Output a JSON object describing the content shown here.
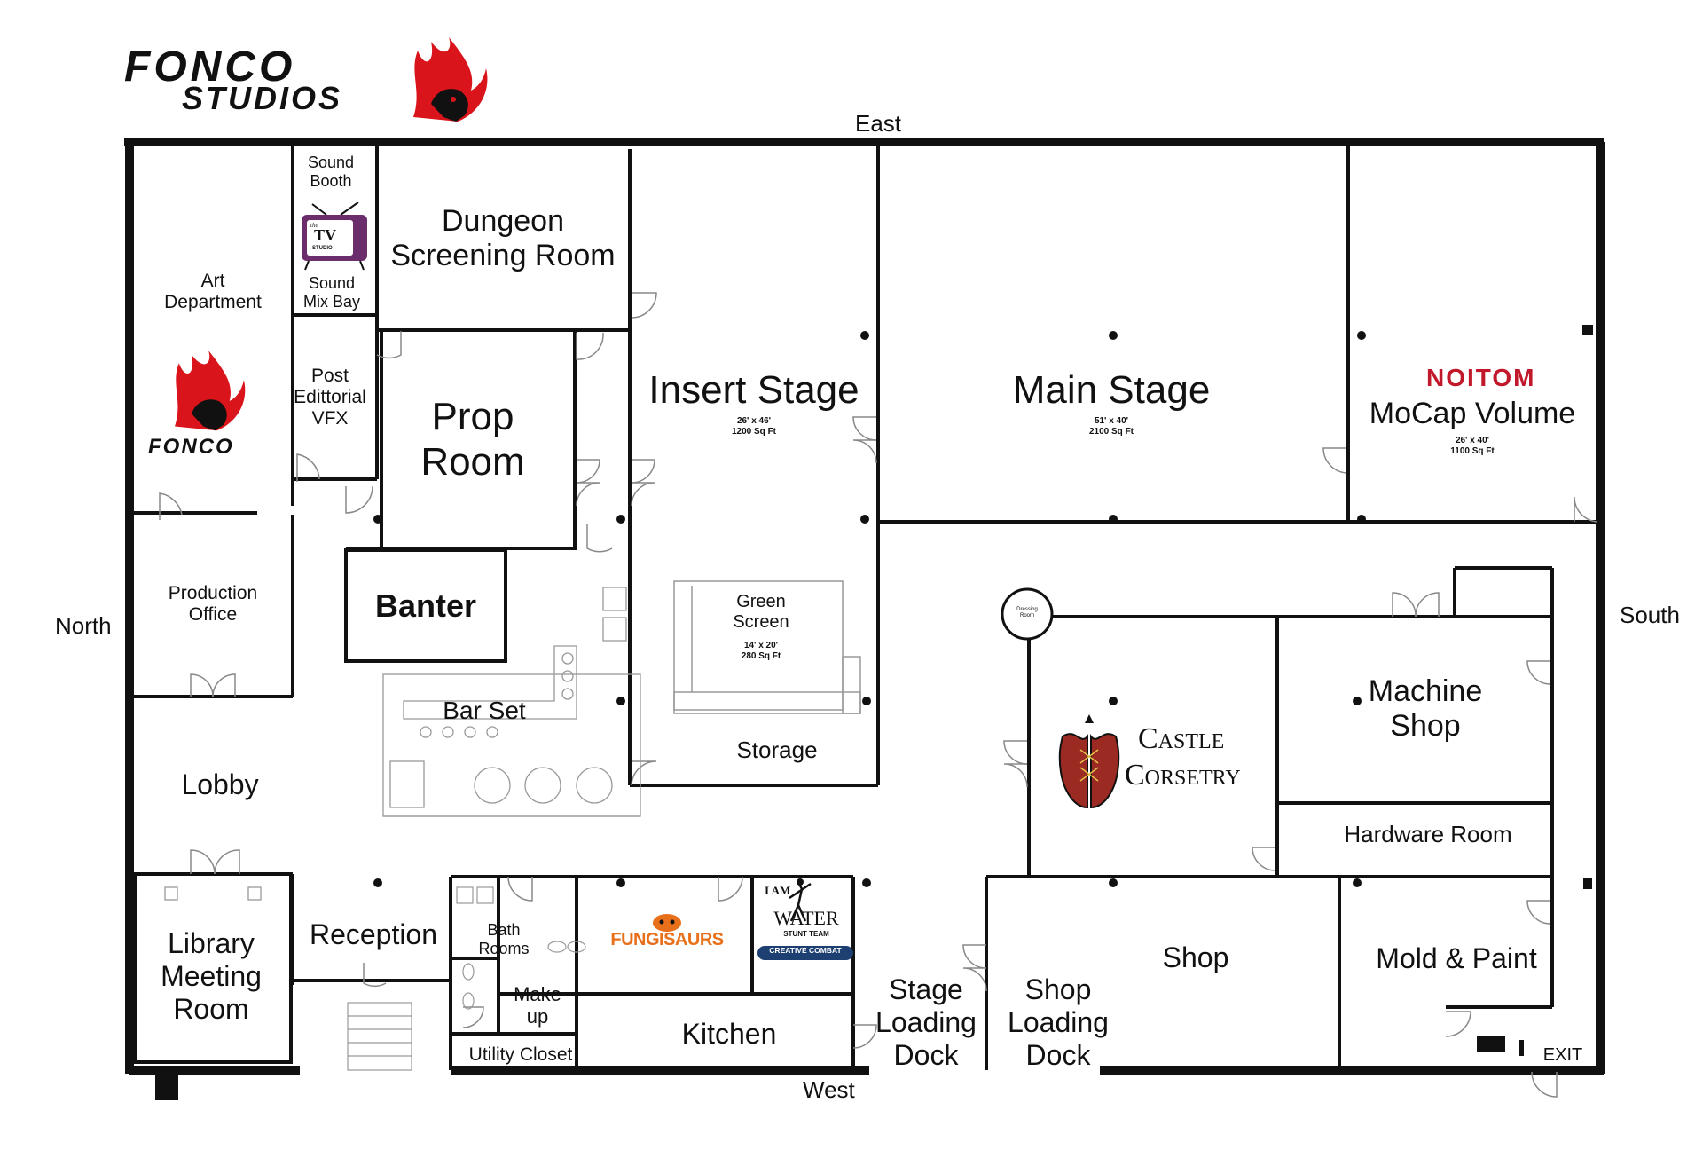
{
  "brand": {
    "logo_top": "FONCO",
    "logo_bottom": "STUDIOS",
    "fonco_small": "FONCO",
    "colors": {
      "flame_red": "#d9141b",
      "wall": "#111111",
      "plum": "#6b2d6b",
      "noitom_red": "#c2182b",
      "corset_red": "#9b2a22",
      "fung_orange": "#e8701a",
      "combat_blue": "#1e3f72"
    }
  },
  "compass": {
    "east": "East",
    "west": "West",
    "north": "North",
    "south": "South"
  },
  "rooms": {
    "sound_booth": "Sound\nBooth",
    "sound_mix_bay": "Sound\nMix Bay",
    "art_department": "Art\nDepartment",
    "post_editorial": "Post\nEdittorial\nVFX",
    "dungeon": "Dungeon\nScreening Room",
    "prop_room": "Prop\nRoom",
    "insert_stage": "Insert Stage",
    "insert_stage_dims": "26' x 46'\n1200 Sq Ft",
    "main_stage": "Main Stage",
    "main_stage_dims": "51' x 40'\n2100 Sq Ft",
    "mocap": "MoCap Volume",
    "mocap_dims": "26' x 40'\n1100 Sq Ft",
    "production_office": "Production\nOffice",
    "banter": "Banter",
    "bar_set": "Bar Set",
    "green_screen": "Green\nScreen",
    "green_screen_dims": "14' x 20'\n280 Sq Ft",
    "storage": "Storage",
    "dressing_room": "Dressing\nRoom",
    "machine_shop": "Machine\nShop",
    "hardware_room": "Hardware Room",
    "lobby": "Lobby",
    "library": "Library\nMeeting\nRoom",
    "reception": "Reception",
    "bath_rooms": "Bath\nRooms",
    "make_up": "Make\nup",
    "utility_closet": "Utility Closet",
    "kitchen": "Kitchen",
    "stage_loading_dock": "Stage\nLoading\nDock",
    "shop_loading_dock": "Shop\nLoading\nDock",
    "shop": "Shop",
    "mold_paint": "Mold & Paint",
    "exit": "EXIT"
  },
  "tenants": {
    "tv_studio_top": "the",
    "tv_studio_main": "TV",
    "tv_studio_sub": "STUDIO",
    "noitom": "NOITOM",
    "castle_line1": "Castle",
    "castle_line2": "Corsetry",
    "fungisaurs": "FUNGISAURS",
    "water_line1": "I AM",
    "water_line2": "WATER",
    "water_line3": "STUNT TEAM",
    "creative_combat": "CREATIVE COMBAT"
  }
}
